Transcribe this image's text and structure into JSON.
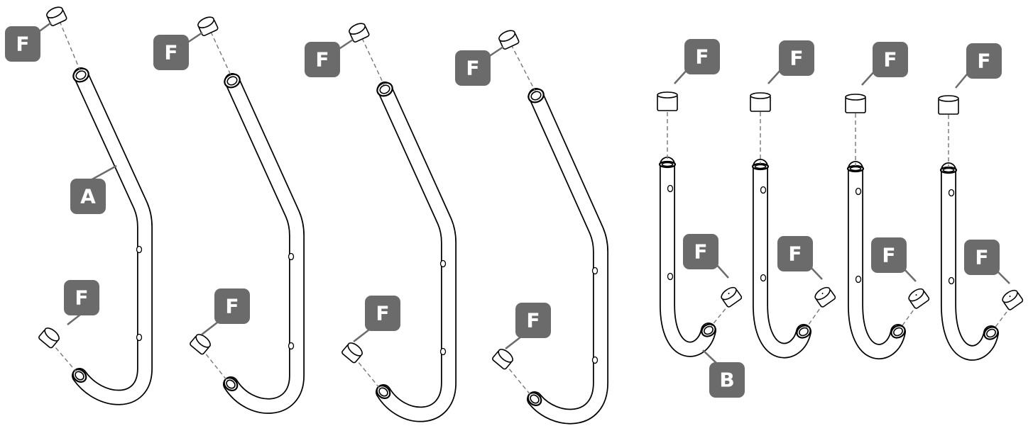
{
  "labels": {
    "long_tube": "A",
    "short_tube": "B",
    "end_cap": "F"
  }
}
